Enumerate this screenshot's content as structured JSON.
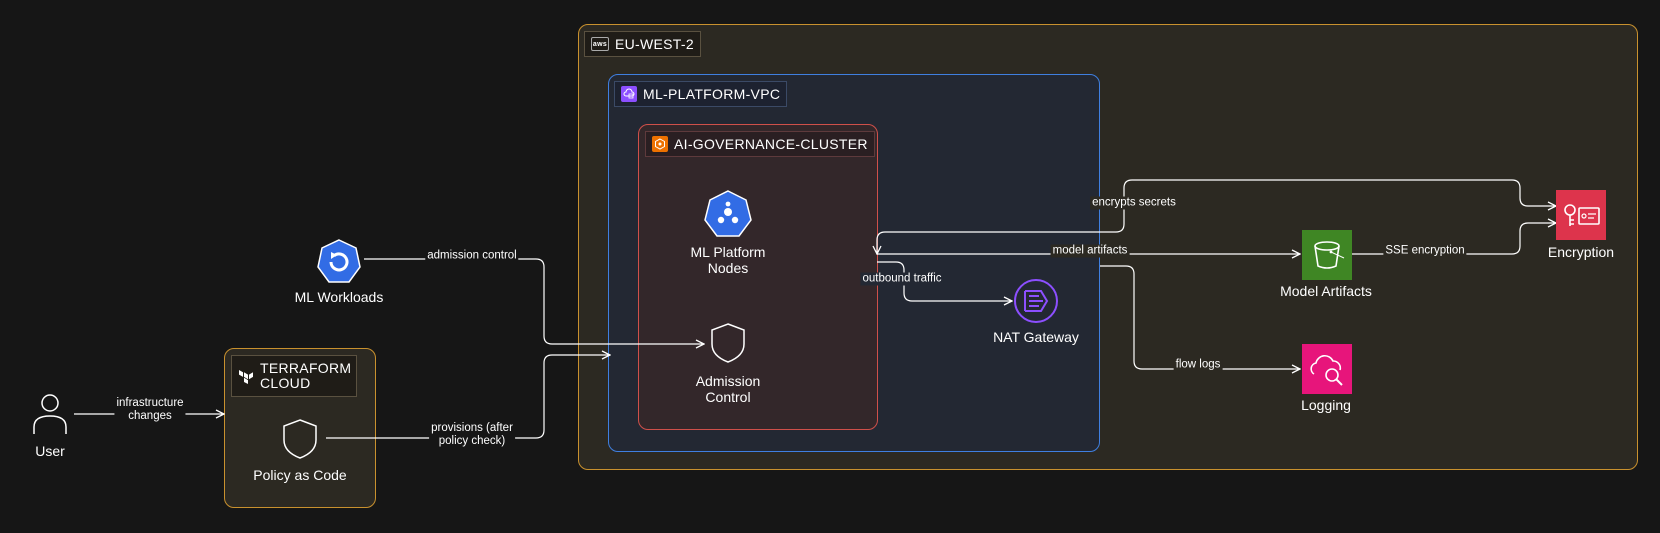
{
  "groups": {
    "region": "EU-WEST-2",
    "region_icon": "aws",
    "vpc": "ML-PLATFORM-VPC",
    "cluster": "AI-GOVERNANCE-CLUSTER",
    "terraform_line1": "TERRAFORM",
    "terraform_line2": "CLOUD"
  },
  "nodes": {
    "user": "User",
    "ml_workloads": "ML Workloads",
    "policy_as_code": "Policy as Code",
    "ml_platform_nodes_1": "ML Platform",
    "ml_platform_nodes_2": "Nodes",
    "admission_control_1": "Admission",
    "admission_control_2": "Control",
    "nat_gateway": "NAT Gateway",
    "model_artifacts": "Model Artifacts",
    "logging": "Logging",
    "encryption": "Encryption"
  },
  "edges": {
    "infra_1": "infrastructure",
    "infra_2": "changes",
    "admission": "admission control",
    "provisions_1": "provisions (after",
    "provisions_2": "policy check)",
    "encrypts": "encrypts secrets",
    "model_artifacts": "model artifacts",
    "outbound": "outbound traffic",
    "sse": "SSE encryption",
    "flow_logs": "flow logs"
  },
  "colors": {
    "region_border": "#c9912e",
    "vpc_border": "#3f7fe0",
    "cluster_border": "#d0504a",
    "k8s_blue": "#326ce5",
    "s3_green": "#3f8624",
    "kms_red": "#dd344c",
    "cloudwatch_pink": "#e7157b",
    "nat_purple": "#8c4fff"
  }
}
